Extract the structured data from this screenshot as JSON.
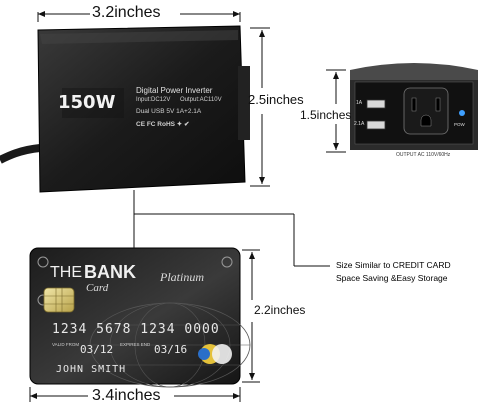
{
  "dimensions": {
    "inverter_width": "3.2inches",
    "inverter_length": "2.5inches",
    "inverter_height": "1.5inches",
    "card_height": "2.2inches",
    "card_width": "3.4inches"
  },
  "inverter": {
    "wattage": "150W",
    "title": "Digital Power Inverter",
    "spec_input": "Input:DC12V",
    "spec_output": "Output:AC110V",
    "spec_usb": "Dual USB 5V  1A+2.1A",
    "cert": "CE FC RoHS ✦ ✔",
    "usb_label_1": "1A",
    "usb_label_2": "2.1A",
    "power_label": "POW",
    "output_text": "OUTPUT  AC  110V/60Hz"
  },
  "card": {
    "bank_the": "THE",
    "bank_name": "BANK",
    "bank_card": "Card",
    "brand": "Platinum",
    "number": "1234 5678 1234 0000",
    "valid_label": "VALID FROM",
    "valid_date": "03/12",
    "expires_label": "EXPIRES END",
    "expires_date": "03/16",
    "holder": "JOHN SMITH"
  },
  "caption": {
    "line1": "Size Similar to CREDIT CARD",
    "line2": "Space Saving &Easy Storage"
  }
}
